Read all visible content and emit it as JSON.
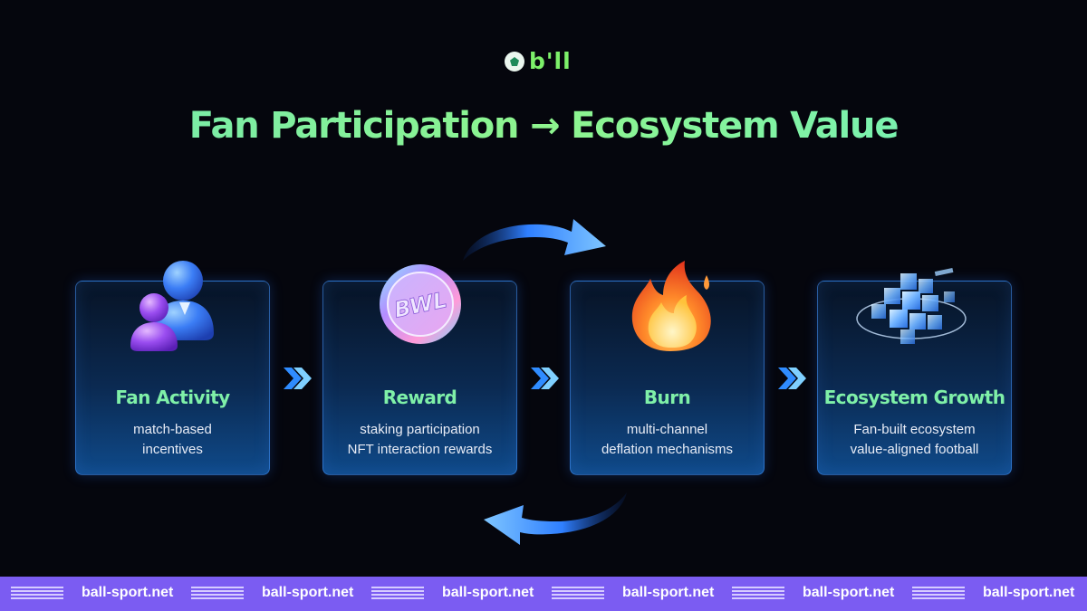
{
  "brand": {
    "logo_text": "b'll",
    "logo_icon": "soccer-ball-icon"
  },
  "title": "Fan Participation → Ecosystem Value",
  "colors": {
    "title_green": "#7ff0a0",
    "card_title_green": "#7ff0a8",
    "card_border": "#4696ff",
    "footer_purple": "#7b5cf2",
    "background": "#05060d"
  },
  "steps": [
    {
      "title": "Fan Activity",
      "lines": [
        "match-based",
        "incentives"
      ],
      "icon": "users-icon"
    },
    {
      "title": "Reward",
      "lines": [
        "staking participation",
        "NFT interaction rewards"
      ],
      "icon": "coin-icon",
      "coin_text": "BWL"
    },
    {
      "title": "Burn",
      "lines": [
        "multi-channel",
        "deflation mechanisms"
      ],
      "icon": "fire-icon"
    },
    {
      "title": "Ecosystem Growth",
      "lines": [
        "Fan-built ecosystem",
        "value-aligned football"
      ],
      "icon": "cubes-icon"
    }
  ],
  "connectors": [
    "double-chevron-right-icon",
    "double-chevron-right-icon",
    "double-chevron-right-icon"
  ],
  "cycle_arrows": [
    "curved-arrow-right-icon",
    "curved-arrow-left-icon"
  ],
  "footer": {
    "items": [
      "ball-sport.net",
      "ball-sport.net",
      "ball-sport.net",
      "ball-sport.net",
      "ball-sport.net",
      "ball-sport.net"
    ]
  }
}
